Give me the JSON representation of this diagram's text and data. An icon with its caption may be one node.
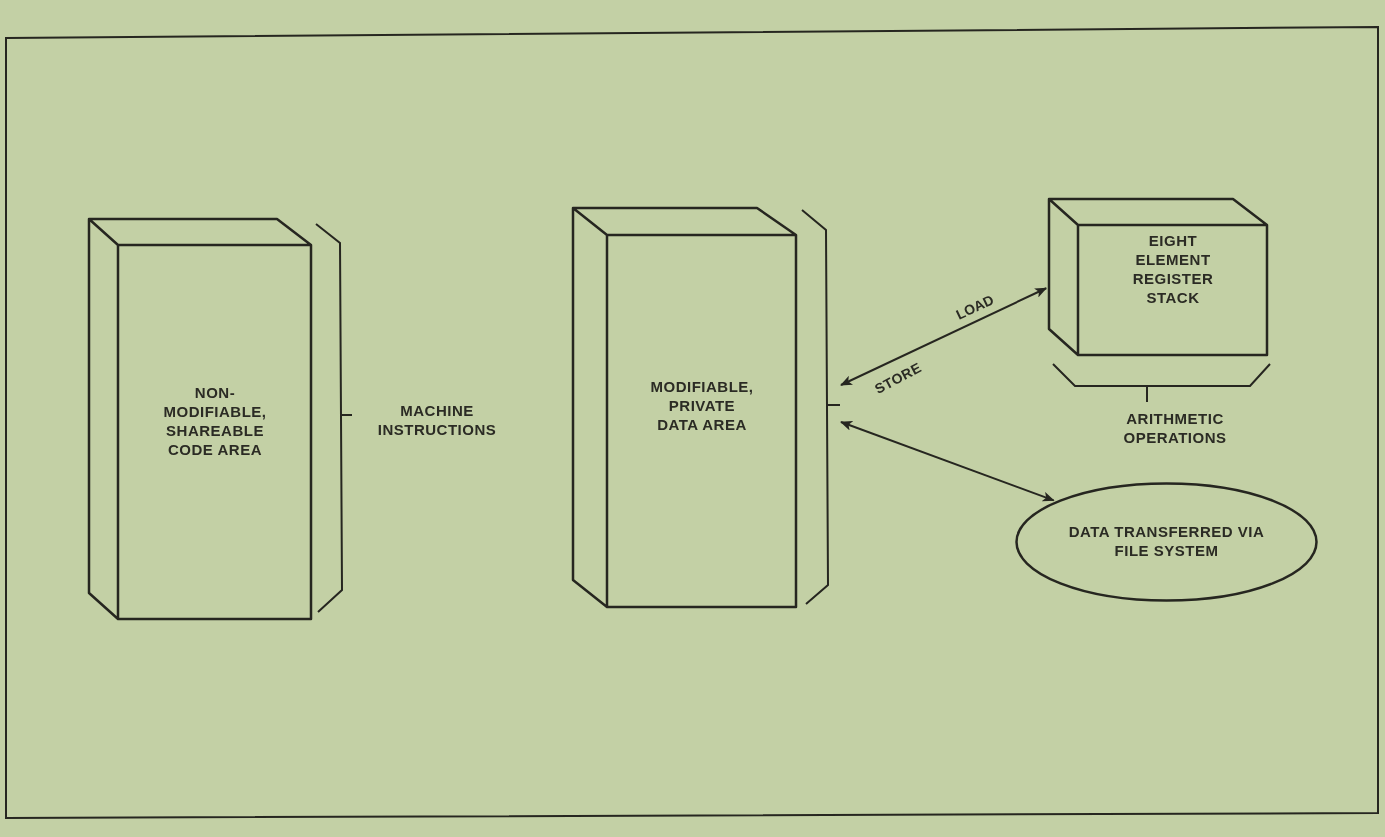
{
  "diagram": {
    "nodes": [
      {
        "text": [
          "NON- MODIFIABLE, SHAREABLE CODE AREA"
        ]
      },
      {
        "text": [
          "MODIFIABLE, PRIVATE DATA AREA"
        ]
      },
      {
        "text": [
          "EIGHT ELEMENT REGISTER STACK"
        ]
      },
      {
        "text": [
          "DATA TRANSFERRED VIA FILE SYSTEM"
        ]
      }
    ],
    "edges": [
      {
        "from": 1,
        "to": 2,
        "arrow": "both",
        "label": "LOAD"
      },
      {
        "from": 1,
        "to": 3,
        "arrow": "both"
      }
    ],
    "labels": [
      "MACHINE INSTRUCTIONS",
      "STORE",
      "ARITHMETIC OPERATIONS"
    ]
  }
}
